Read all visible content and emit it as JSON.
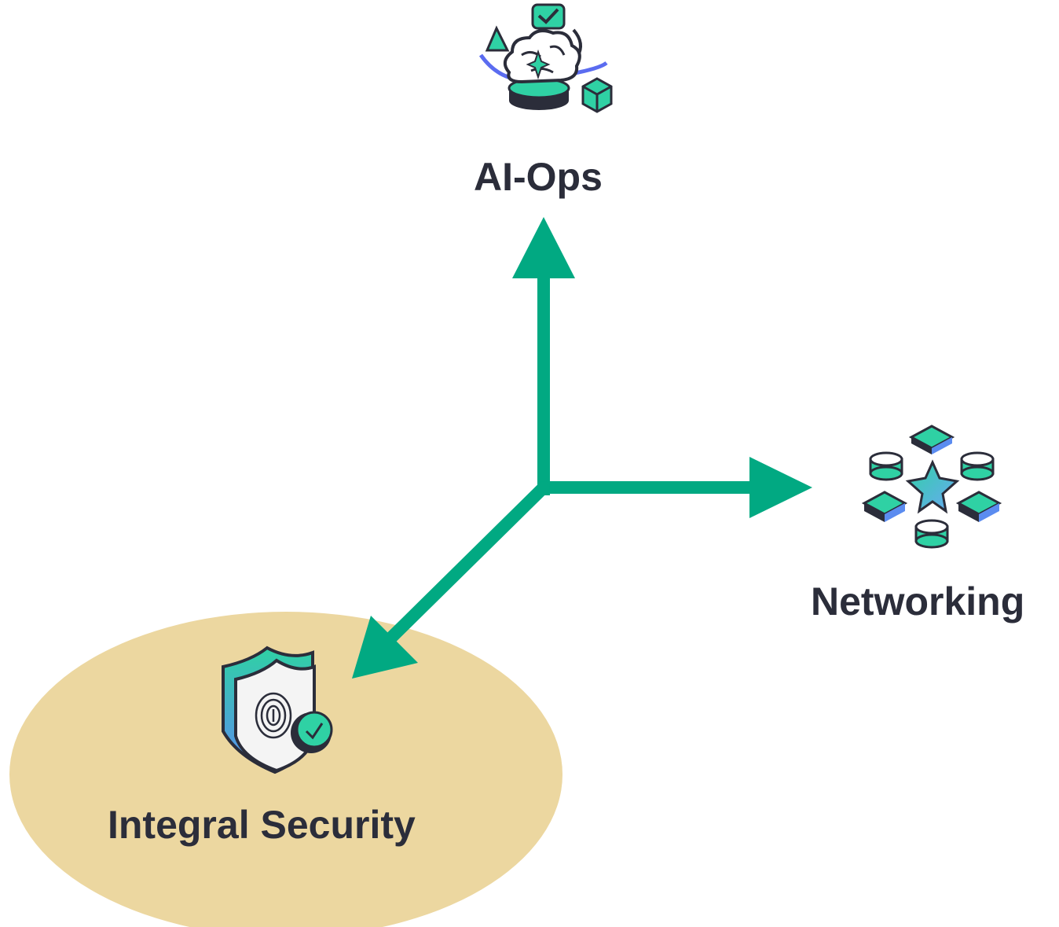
{
  "nodes": {
    "ai_ops": {
      "label": "AI-Ops",
      "icon": "ai-brain-icon"
    },
    "networking": {
      "label": "Networking",
      "icon": "network-nodes-icon"
    },
    "integral_security": {
      "label": "Integral Security",
      "icon": "shield-fingerprint-icon",
      "highlighted": true
    }
  },
  "colors": {
    "arrow": "#01a982",
    "highlight": "#ecd7a0",
    "text": "#2b2d3a",
    "icon_teal": "#2fd1a4",
    "icon_dark": "#2b2d3a",
    "icon_blue": "#5b6cf0"
  }
}
